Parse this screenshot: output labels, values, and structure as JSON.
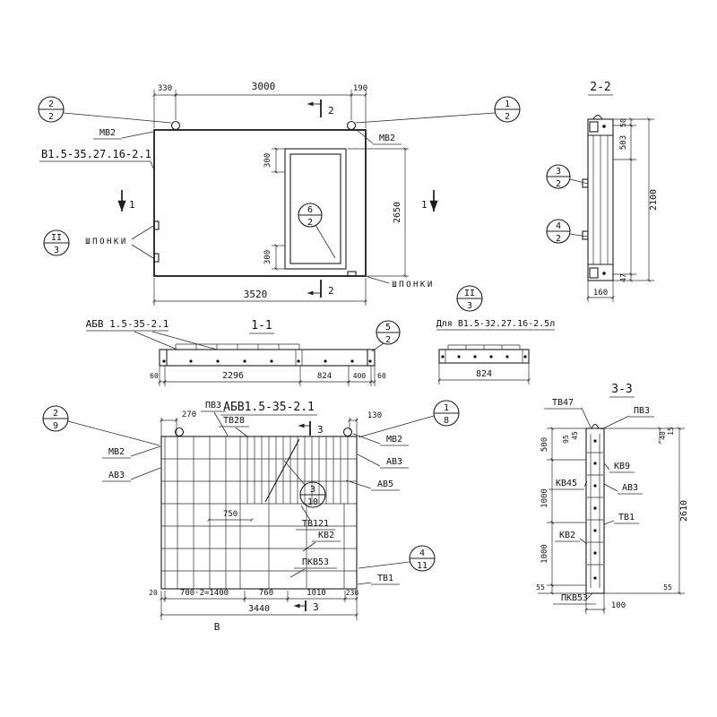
{
  "elevation": {
    "part_label": "В1.5-35.27.16-2.1",
    "label_mv2_left": "МВ2",
    "label_mv2_right": "МВ2",
    "label_shponki_left": "ШПОНКИ",
    "label_shponki_bottom": "ШПОНКИ",
    "dim_330": "330",
    "dim_3000": "3000",
    "dim_190": "190",
    "dim_2650": "2650",
    "dim_3520": "3520",
    "dim_300_top": "300",
    "dim_300_bottom": "300",
    "marker_section2_top": "2",
    "marker_section2_bottom": "2",
    "marker_section1_left": "1",
    "marker_section1_right": "1",
    "callout_left": {
      "num": "2",
      "den": "2"
    },
    "callout_right": {
      "num": "1",
      "den": "2"
    },
    "callout_opening": {
      "num": "6",
      "den": "2"
    },
    "callout_shponki_left": {
      "num": "II",
      "den": "3"
    },
    "callout_shponki_bottom": {
      "num": "II",
      "den": "3"
    }
  },
  "section22": {
    "title": "2-2",
    "dim_50": "50",
    "dim_503": "503",
    "dim_2100": "2100",
    "dim_47": "47",
    "dim_160": "160",
    "callout_upper": {
      "num": "3",
      "den": "2"
    },
    "callout_lower": {
      "num": "4",
      "den": "2"
    }
  },
  "section11": {
    "part_label": "АБВ 1.5-35-2.1",
    "title": "1-1",
    "callout": {
      "num": "5",
      "den": "2"
    },
    "dim_60_left": "60",
    "dim_2296": "2296",
    "dim_824": "824",
    "dim_400": "400",
    "dim_60_right": "60",
    "variant_label": "Для В1.5-32.27.16-2.5л",
    "variant_dim_824": "824"
  },
  "reinforcement": {
    "title": "АБВ1.5-35-2.1",
    "label_pv3": "ПВ3",
    "label_tv28": "ТВ28",
    "dim_270": "270",
    "dim_130": "130",
    "label_mv2_left": "МВ2",
    "label_av3_left": "АВ3",
    "label_mv2_right": "МВ2",
    "label_av3_right": "АВ3",
    "label_av5": "АВ5",
    "label_tv121": "ТВ121",
    "dim_750": "750",
    "label_kv2": "КВ2",
    "label_pkv53": "ПКВ53",
    "label_tv1": "ТВ1",
    "dim_20": "20",
    "dim_700x2": "700·2=1400",
    "dim_760": "760",
    "dim_1010": "1010",
    "dim_230": "230",
    "dim_3440": "3440",
    "marker_section3_top": "3",
    "marker_section3_bottom": "3",
    "view_letter": "В",
    "callout_top_left": {
      "num": "2",
      "den": "9"
    },
    "callout_top_right": {
      "num": "1",
      "den": "8"
    },
    "callout_center": {
      "num": "3",
      "den": "10"
    },
    "callout_bottom_right": {
      "num": "4",
      "den": "11"
    }
  },
  "section33": {
    "title": "3-3",
    "label_tv47": "ТВ47",
    "label_pv3": "ПВ3",
    "label_kv9": "КВ9",
    "label_kv45": "КВ45",
    "label_av3": "АВ3",
    "label_tv1": "ТВ1",
    "label_kv2": "КВ2",
    "label_pkv53": "ПКВ53",
    "dim_95": "95",
    "dim_45": "45",
    "dim_40": "40",
    "dim_15": "15",
    "dim_500": "500",
    "dim_1000_upper": "1000",
    "dim_1000_lower": "1000",
    "dim_55_left": "55",
    "dim_2610": "2610",
    "dim_100": "100",
    "dim_55_bottom": "55"
  }
}
